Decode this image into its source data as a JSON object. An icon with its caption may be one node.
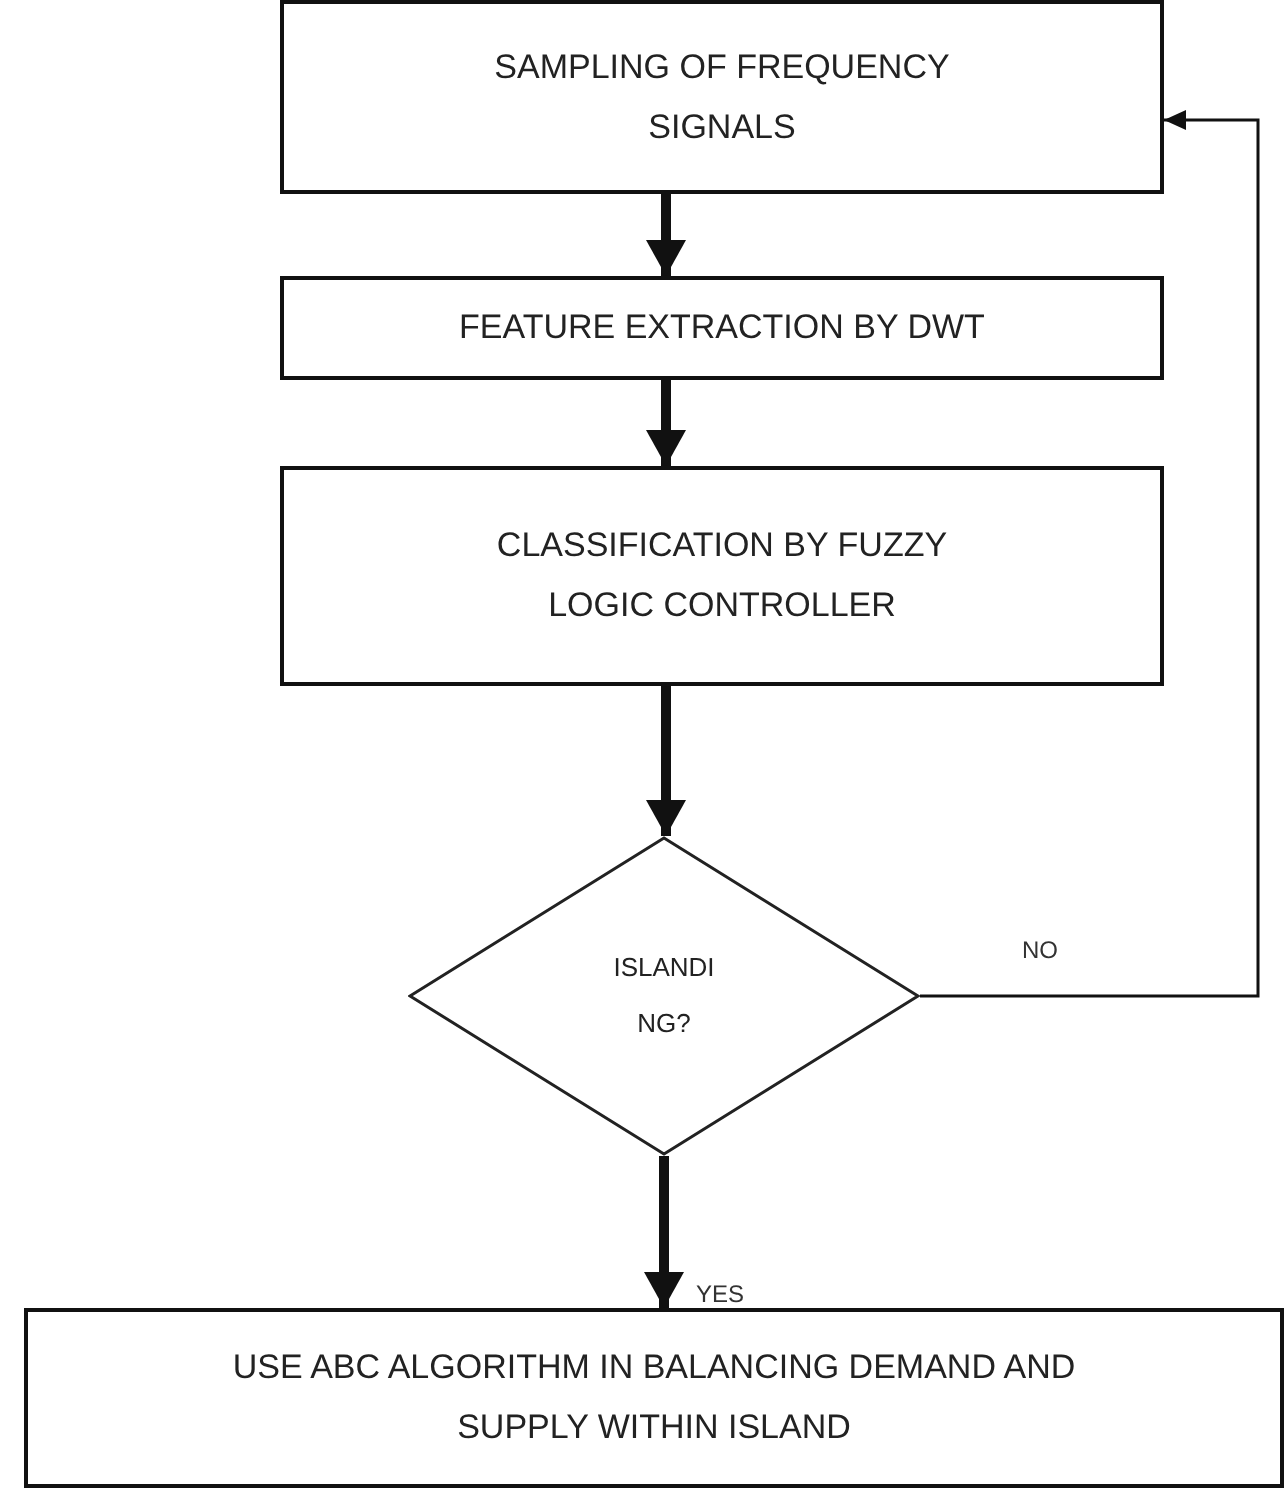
{
  "diagram": {
    "nodes": [
      {
        "text": [
          "SAMPLING OF FREQUENCY SIGNALS"
        ]
      },
      {
        "text": [
          "FEATURE EXTRACTION BY DWT"
        ]
      },
      {
        "text": [
          "CLASSIFICATION BY FUZZY LOGIC CONTROLLER"
        ]
      },
      {
        "text": [
          "ISLANDI NG?"
        ]
      },
      {
        "text": [
          "USE ABC ALGORITHM IN BALANCING DEMAND AND SUPPLY WITHIN ISLAND"
        ]
      }
    ],
    "edges": [
      {
        "from": 0,
        "to": 1,
        "arrow": "to"
      },
      {
        "from": 1,
        "to": 2,
        "arrow": "to"
      },
      {
        "from": 2,
        "to": 3,
        "arrow": "to"
      },
      {
        "from": 3,
        "to": 4,
        "arrow": "to",
        "label": "YES"
      },
      {
        "from": 3,
        "to": 0,
        "arrow": "to",
        "label": "NO"
      }
    ]
  }
}
